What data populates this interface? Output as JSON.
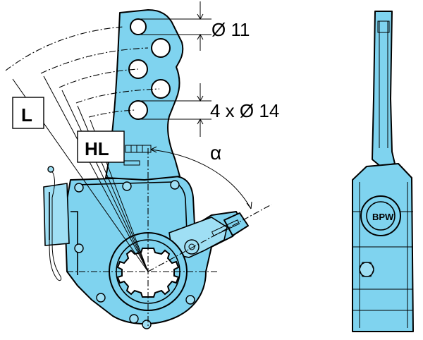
{
  "annotations": {
    "hole_small": "Ø 11",
    "hole_large": "4 x Ø 14",
    "angle": "α",
    "length": "L",
    "hole_length": "HL"
  },
  "logo": {
    "text": "BPW"
  },
  "colors": {
    "body": "#7fd3ef",
    "body_light": "#9fdff4",
    "line": "#000000",
    "background": "#ffffff"
  }
}
